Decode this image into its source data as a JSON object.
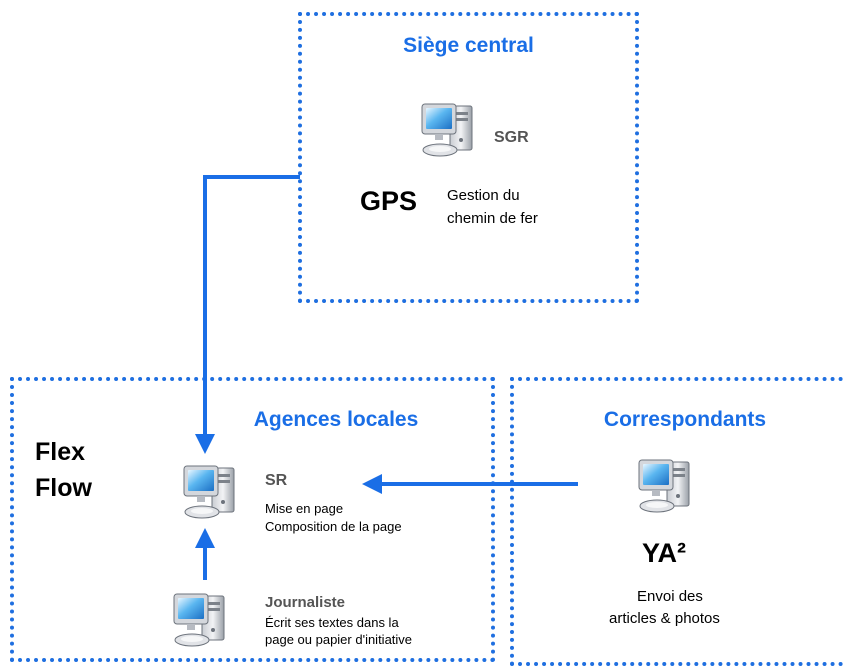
{
  "siege": {
    "title": "Siège central",
    "computer_label": "SGR",
    "acronym": "GPS",
    "description_line1": "Gestion du",
    "description_line2": "chemin de fer"
  },
  "agences": {
    "title": "Agences locales",
    "system_line1": "Flex",
    "system_line2": "Flow",
    "sr_label": "SR",
    "sr_line1": "Mise en page",
    "sr_line2": "Composition de la page",
    "journaliste_label": "Journaliste",
    "journaliste_line1": "Écrit ses textes dans la",
    "journaliste_line2": "page ou papier d'initiative"
  },
  "correspondants": {
    "title": "Correspondants",
    "acronym": "YA²",
    "description_line1": "Envoi des",
    "description_line2": "articles & photos"
  },
  "colors": {
    "border": "#1f6fe0",
    "title": "#1a6ee6",
    "arrow": "#1a6ee6"
  }
}
